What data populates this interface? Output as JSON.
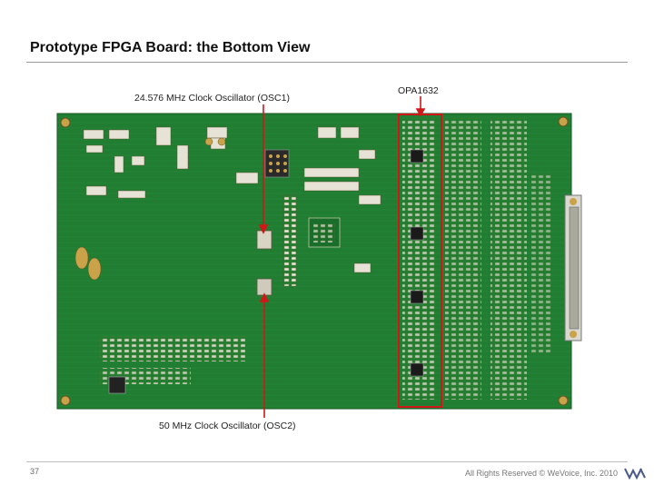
{
  "slide": {
    "title": "Prototype FPGA Board: the Bottom View",
    "page_number": "37",
    "copyright": "All Rights Reserved © WeVoice, Inc. 2010"
  },
  "callouts": {
    "osc1": "24.576 MHz Clock Oscillator (OSC1)",
    "opa": "OPA1632",
    "osc2": "50 MHz Clock Oscillator (OSC2)"
  },
  "colors": {
    "pcb_green": "#1f7d32",
    "pcb_dark": "#176827",
    "highlight_red": "#d01818",
    "gold": "#c9a24a"
  },
  "icons": {
    "logo": "wevoice-logo-icon"
  }
}
